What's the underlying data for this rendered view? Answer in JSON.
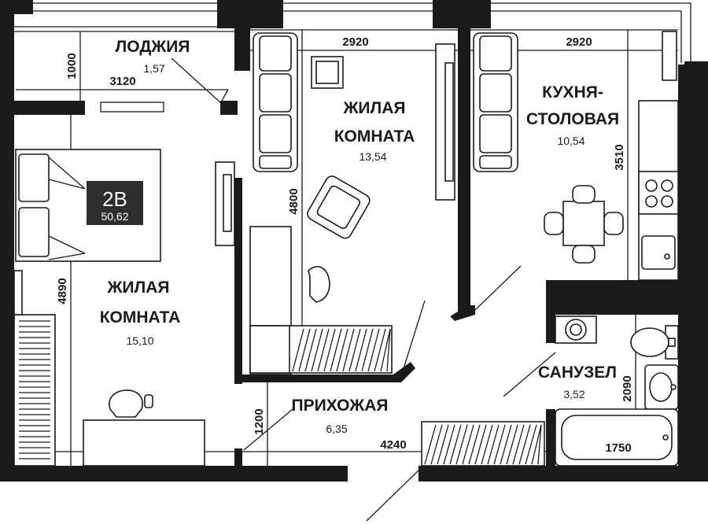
{
  "unit": {
    "type": "2В",
    "total_area": "50,62"
  },
  "rooms": {
    "loggia": {
      "name": "ЛОДЖИЯ",
      "area": "1,57"
    },
    "bedroom_left": {
      "name_line1": "ЖИЛАЯ",
      "name_line2": "КОМНАТА",
      "area": "15,10"
    },
    "living_mid": {
      "name_line1": "ЖИЛАЯ",
      "name_line2": "КОМНАТА",
      "area": "13,54"
    },
    "kitchen": {
      "name_line1": "КУХНЯ-",
      "name_line2": "СТОЛОВАЯ",
      "area": "10,54"
    },
    "hallway": {
      "name": "ПРИХОЖАЯ",
      "area": "6,35"
    },
    "bathroom": {
      "name": "САНУЗЕЛ",
      "area": "3,52"
    }
  },
  "dimensions": {
    "loggia_depth": "1000",
    "loggia_width": "3120",
    "mid_room_width": "2920",
    "kitchen_width": "2920",
    "mid_room_length": "4800",
    "kitchen_length": "3510",
    "left_room_length": "4890",
    "hall_depth": "1200",
    "hall_length": "4240",
    "bath_width": "1750",
    "bath_length": "2090"
  }
}
